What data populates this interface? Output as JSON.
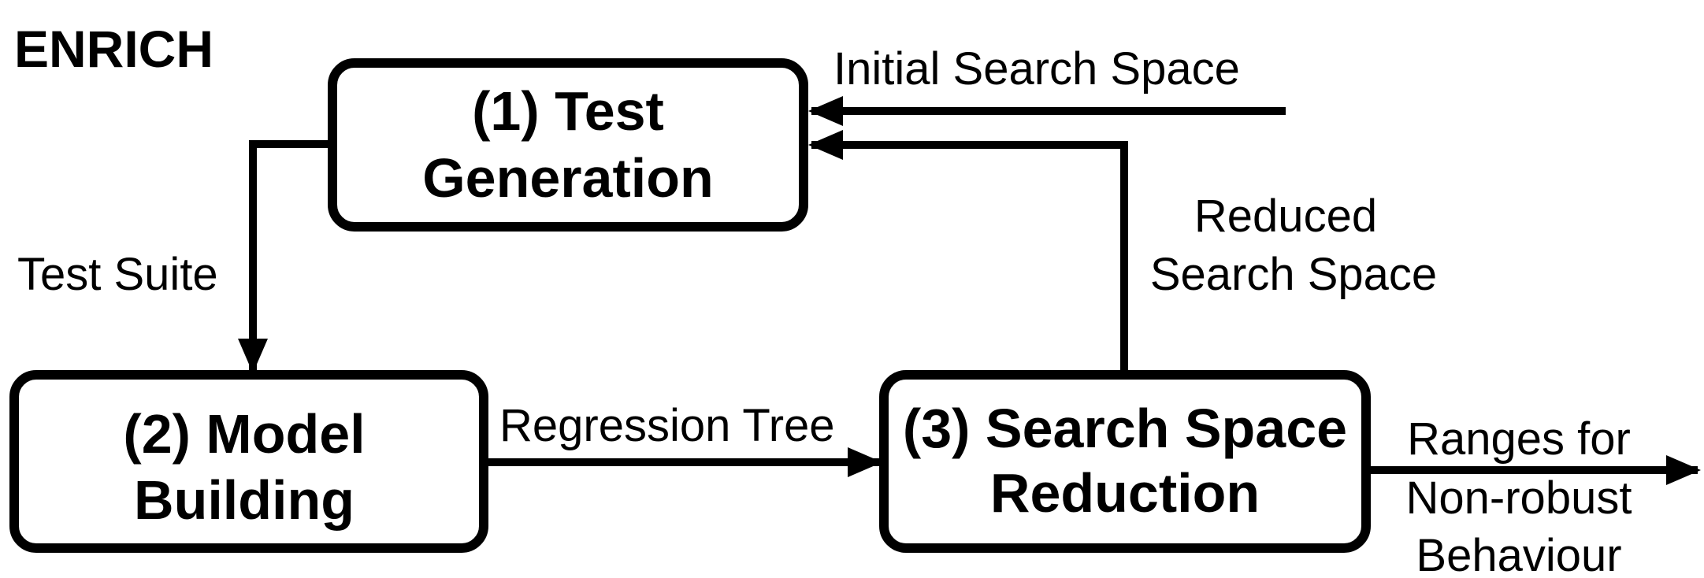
{
  "diagram": {
    "title": "ENRICH",
    "boxes": {
      "test_generation": {
        "line1": "(1) Test",
        "line2": "Generation"
      },
      "model_building": {
        "line1": "(2) Model",
        "line2": "Building"
      },
      "search_space_reduction": {
        "line1": "(3) Search Space",
        "line2": "Reduction"
      }
    },
    "edges": {
      "initial_search_space": "Initial Search Space",
      "test_suite": "Test Suite",
      "regression_tree": "Regression Tree",
      "reduced_search_space": {
        "line1": "Reduced",
        "line2": "Search Space"
      },
      "ranges_output": {
        "line1": "Ranges for",
        "line2": "Non-robust",
        "line3": "Behaviour"
      }
    },
    "colors": {
      "stroke": "#000000",
      "background": "#ffffff"
    }
  }
}
